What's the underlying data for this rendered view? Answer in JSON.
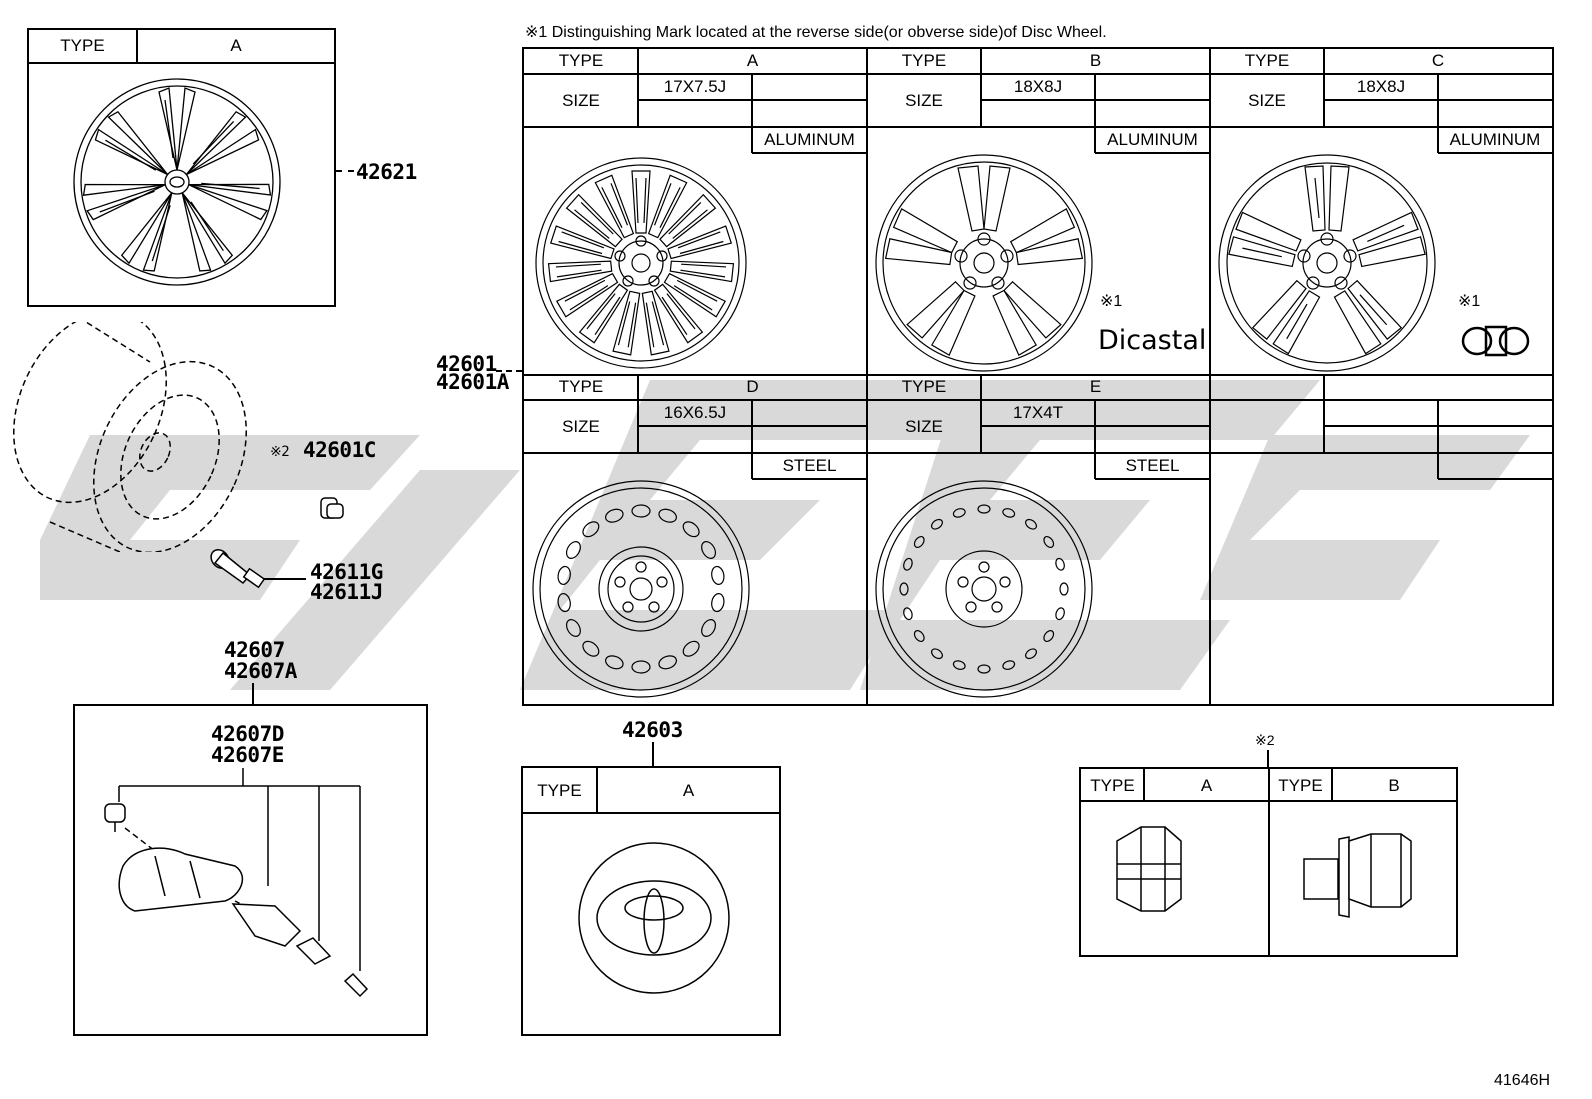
{
  "note_top": "※1 Distinguishing Mark located at the reverse side(or obverse side)of Disc Wheel.",
  "cap": {
    "type_label": "TYPE",
    "type_value": "A",
    "part": "42621"
  },
  "wheels": [
    {
      "type_label": "TYPE",
      "type": "A",
      "size_label": "SIZE",
      "size": "17X7.5J",
      "material": "ALUMINUM",
      "mark": ""
    },
    {
      "type_label": "TYPE",
      "type": "B",
      "size_label": "SIZE",
      "size": "18X8J",
      "material": "ALUMINUM",
      "mark": "※1",
      "brand": "Dicastal"
    },
    {
      "type_label": "TYPE",
      "type": "C",
      "size_label": "SIZE",
      "size": "18X8J",
      "material": "ALUMINUM",
      "mark": "※1"
    },
    {
      "type_label": "TYPE",
      "type": "D",
      "size_label": "SIZE",
      "size": "16X6.5J",
      "material": "STEEL"
    },
    {
      "type_label": "TYPE",
      "type": "E",
      "size_label": "SIZE",
      "size": "17X4T",
      "material": "STEEL"
    }
  ],
  "wheel_parts": {
    "line1": "42601",
    "line2": "42601A"
  },
  "tire_parts": {
    "nut_mark": "※2",
    "nut": "42601C",
    "valve1": "42611G",
    "valve2": "42611J"
  },
  "tpms": {
    "outer1": "42607",
    "outer2": "42607A",
    "inner1": "42607D",
    "inner2": "42607E"
  },
  "ornament": {
    "part": "42603",
    "type_label": "TYPE",
    "type_value": "A"
  },
  "nuts": {
    "mark": "※2",
    "type_label": "TYPE",
    "a": "A",
    "b": "B"
  },
  "illustration_code": "41646H"
}
